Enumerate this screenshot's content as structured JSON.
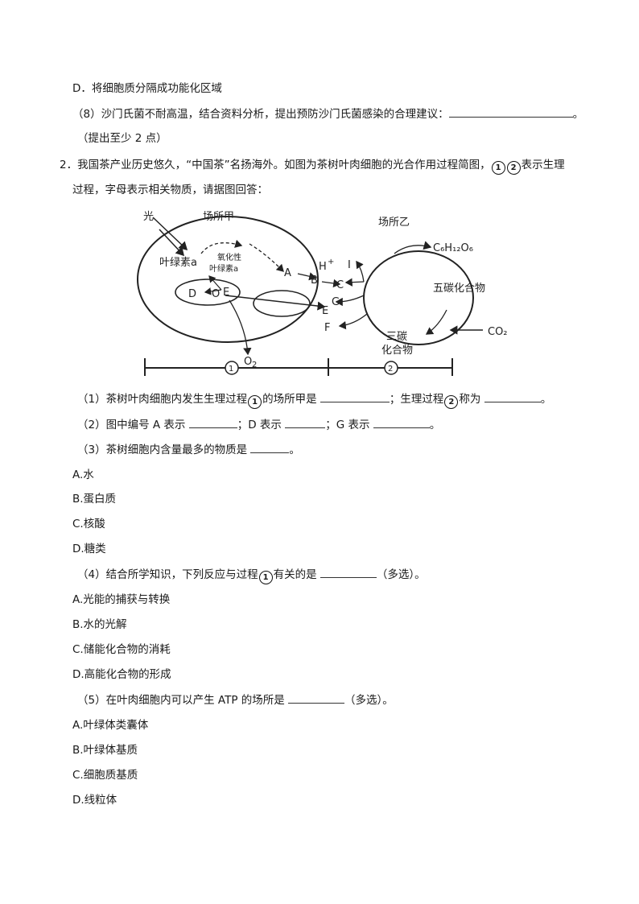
{
  "lines": {
    "l1": "D．将细胞质分隔成功能化区域",
    "l2a": "（8）沙门氏菌不耐高温，结合资料分析，提出预防沙门氏菌感染的合理建议：",
    "l2b": "。",
    "l3": "（提出至少 2 点）",
    "l4": "2．我国茶产业历史悠久，“中国茶”名扬海外。如图为茶树叶肉细胞的光合作用过程简图，",
    "l4b": "表示生理",
    "l5": "过程，字母表示相关物质，请据图回答：",
    "q1a": "（1）茶树叶肉细胞内发生生理过程",
    "q1b": "的场所甲是",
    "q1c": "；生理过程",
    "q1d": "称为",
    "q1e": "。",
    "q2a": "（2）图中编号 A 表示",
    "q2b": "；D 表示",
    "q2c": "；G 表示",
    "q2d": "。",
    "q3": "（3）茶树细胞内含量最多的物质是",
    "q3end": "。",
    "q3A": "A.水",
    "q3B": "B.蛋白质",
    "q3C": "C.核酸",
    "q3D": "D.糖类",
    "q4a": "（4）结合所学知识，下列反应与过程",
    "q4b": "有关的是",
    "q4c": "（多选）。",
    "q4A": "A.光能的捕获与转换",
    "q4B": "B.水的光解",
    "q4C": "C.储能化合物的消耗",
    "q4D": "D.高能化合物的形成",
    "q5a": "（5）在叶肉细胞内可以产生 ATP 的场所是",
    "q5b": "（多选）。",
    "q5A": "A.叶绿体类囊体",
    "q5B": "B.叶绿体基质",
    "q5C": "C.细胞质基质",
    "q5D": "D.线粒体"
  },
  "circled": {
    "one": "1",
    "two": "2"
  },
  "diagram": {
    "light": "光",
    "site_a": "场所甲",
    "site_b": "场所乙",
    "chl_a": "叶绿素a",
    "ox_chl_1": "氧化性",
    "ox_chl_2": "叶绿素a",
    "A": "A",
    "B": "B",
    "C": "C",
    "D": "D",
    "E": "E",
    "E2": "E",
    "F": "F",
    "G": "G",
    "H": "H",
    "Hplus": "+",
    "I": "I",
    "O2": "O",
    "O2sub": "2",
    "O1": "O",
    "glucose": "C₆H₁₂O₆",
    "c5": "五碳化合物",
    "c3a": "三碳",
    "c3b": "化合物",
    "co2": "CO₂",
    "p1": "1",
    "p2": "2"
  }
}
